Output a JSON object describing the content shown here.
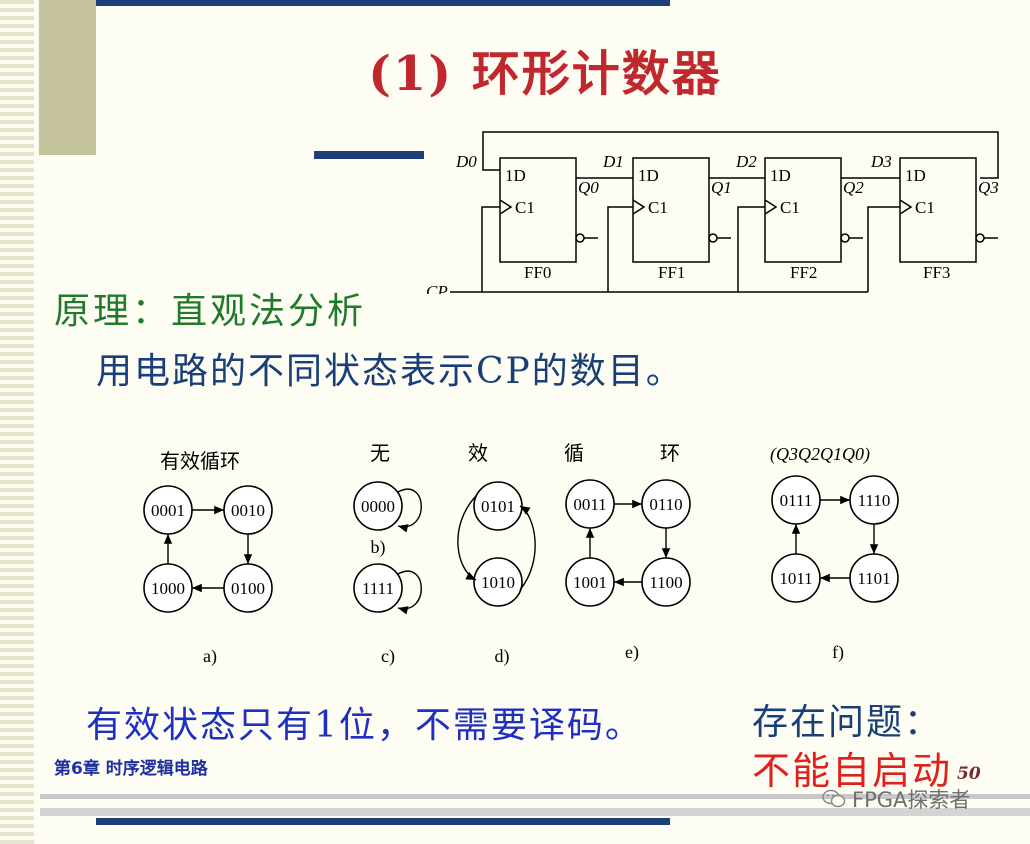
{
  "title": "(1) 环形计数器",
  "principle": "原理：直观法分析",
  "description": "用电路的不同状态表示CP的数目。",
  "summary": "有效状态只有1位，不需要译码。",
  "problem_label": "存在问题：",
  "problem_text": "不能自启动",
  "chapter": "第6章 时序逻辑电路",
  "page_number": "50",
  "watermark": "FPGA探索者",
  "circuit": {
    "clock_label": "CP",
    "d_labels": [
      "D0",
      "D1",
      "D2",
      "D3"
    ],
    "q_labels": [
      "Q0",
      "Q1",
      "Q2",
      "Q3"
    ],
    "ff_names": [
      "FF0",
      "FF1",
      "FF2",
      "FF3"
    ],
    "pin_d": "1D",
    "pin_c": "C1"
  },
  "state_diagrams": {
    "valid_cycle_label": "有效循环",
    "invalid_cycle_label": [
      "无",
      "效",
      "循",
      "环"
    ],
    "state_order": "(Q3Q2Q1Q0)",
    "a": {
      "caption": "a)",
      "states": [
        "0001",
        "0010",
        "0100",
        "1000"
      ]
    },
    "b": {
      "caption": "b)",
      "states": [
        "0000"
      ]
    },
    "c": {
      "caption": "c)",
      "states": [
        "1111"
      ]
    },
    "d": {
      "caption": "d)",
      "states": [
        "0101",
        "1010"
      ]
    },
    "e": {
      "caption": "e)",
      "states": [
        "0011",
        "0110",
        "1100",
        "1001"
      ]
    },
    "f": {
      "caption": "f)",
      "states": [
        "0111",
        "1110",
        "1101",
        "1011"
      ]
    }
  }
}
